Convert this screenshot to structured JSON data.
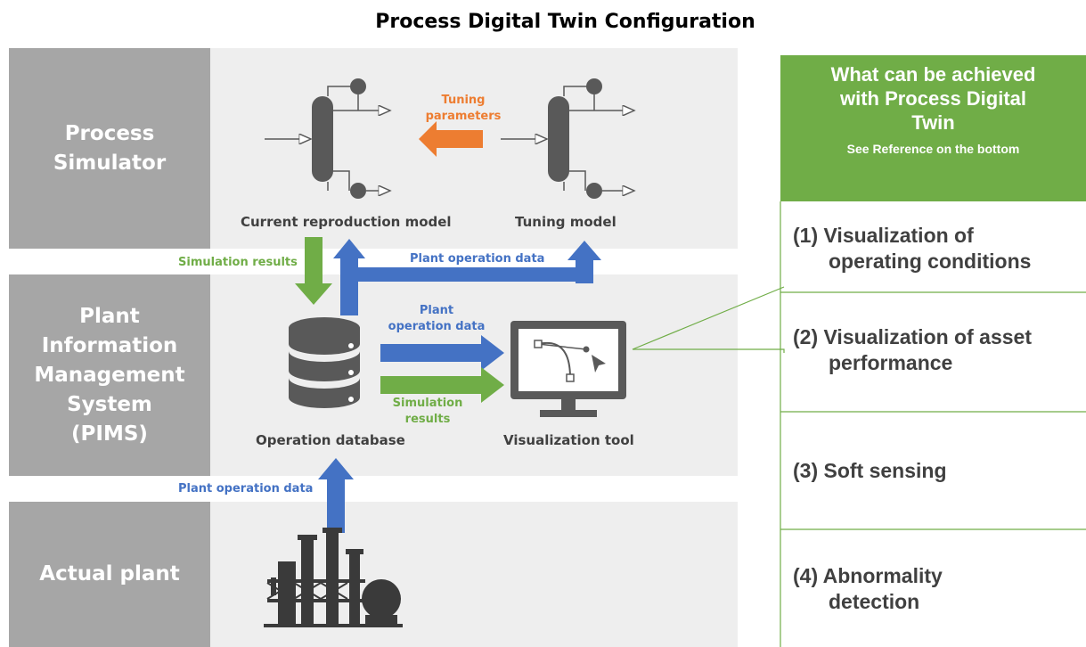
{
  "title": "Process Digital Twin Configuration",
  "layers": {
    "simulator": "Process Simulator",
    "pims": "Plant Information Management System (PIMS)",
    "plant": "Actual plant"
  },
  "pims_lines": [
    "Plant",
    "Information",
    "Management",
    "System",
    "(PIMS)"
  ],
  "simulator_lines": [
    "Process",
    "Simulator"
  ],
  "models": {
    "current": "Current reproduction model",
    "tuning": "Tuning model"
  },
  "tuning_parameters": [
    "Tuning",
    "parameters"
  ],
  "arrows": {
    "simulation_results_up": "Simulation results",
    "plant_operation_data_top": "Plant operation data",
    "plant_operation_data_mid": [
      "Plant",
      "operation data"
    ],
    "simulation_results_mid": [
      "Simulation",
      "results"
    ],
    "plant_operation_data_bottom": "Plant operation data"
  },
  "nodes": {
    "database": "Operation database",
    "visualization": "Visualization tool"
  },
  "achieve": {
    "title_lines": [
      "What can be achieved",
      "with Process Digital",
      "Twin"
    ],
    "subtitle": "See Reference on the bottom",
    "items": [
      {
        "line1": "(1) Visualization of",
        "line2": "operating conditions"
      },
      {
        "line1": "(2) Visualization of asset",
        "line2": "performance"
      },
      {
        "line1": "(3) Soft sensing",
        "line2": ""
      },
      {
        "line1": "(4) Abnormality",
        "line2": "detection"
      }
    ]
  },
  "colors": {
    "green": "#70ad47",
    "blue": "#4472c4",
    "orange": "#ed7d31",
    "gray_label": "#a6a6a6",
    "band": "#eeeeee",
    "icon": "#595959"
  }
}
